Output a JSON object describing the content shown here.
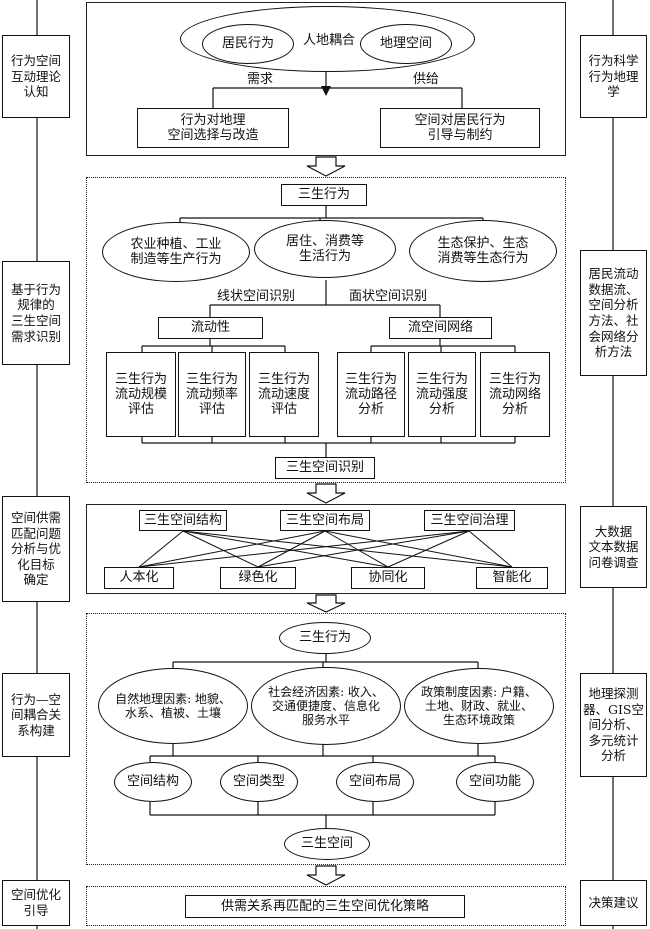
{
  "left_column": [
    "行为空间\n互动理论\n认知",
    "基于行为\n规律的\n三生空间\n需求识别",
    "空间供需\n匹配问题\n分析与优\n化目标\n确定",
    "行为—空\n间耦合关\n系构建",
    "空间优化\n引导"
  ],
  "right_column": [
    "行为科学\n行为地理\n学",
    "居民流动\n数据流、\n空间分析\n方法、社\n会网络分\n析方法",
    "大数据\n文本数据\n问卷调查",
    "地理探测\n器、GIS空\n间分析、\n多元统计\n分析",
    "决策建议"
  ],
  "section1": {
    "outer_ellipse": "人地耦合",
    "left_ellipse": "居民行为",
    "right_ellipse": "地理空间",
    "demand": "需求",
    "supply": "供给",
    "left_box": "行为对地理\n空间选择与改造",
    "right_box": "空间对居民行为\n引导与制约"
  },
  "section2": {
    "title": "三生行为",
    "ellipses": [
      "农业种植、工业\n制造等生产行为",
      "居住、消费等\n生活行为",
      "生态保护、生态\n消费等生态行为"
    ],
    "linear_label": "线状空间识别",
    "area_label": "面状空间识别",
    "left_group": "流动性",
    "right_group": "流空间网络",
    "tall_boxes": [
      "三生行为\n流动规模\n评估",
      "三生行为\n流动频率\n评估",
      "三生行为\n流动速度\n评估",
      "三生行为\n流动路径\n分析",
      "三生行为\n流动强度\n分析",
      "三生行为\n流动网络\n分析"
    ],
    "bottom": "三生空间识别"
  },
  "section3": {
    "top": [
      "三生空间结构",
      "三生空间布局",
      "三生空间治理"
    ],
    "bottom": [
      "人本化",
      "绿色化",
      "协同化",
      "智能化"
    ]
  },
  "section4": {
    "top": "三生行为",
    "factors": [
      "自然地理因素: 地貌、\n水系、植被、土壤",
      "社会经济因素: 收入、\n交通便捷度、信息化\n服务水平",
      "政策制度因素: 户籍、\n土地、财政、就业、\n生态环境政策"
    ],
    "space": [
      "空间结构",
      "空间类型",
      "空间布局",
      "空间功能"
    ],
    "bottom": "三生空间"
  },
  "section5": {
    "strategy": "供需关系再匹配的三生空间优化策略"
  }
}
